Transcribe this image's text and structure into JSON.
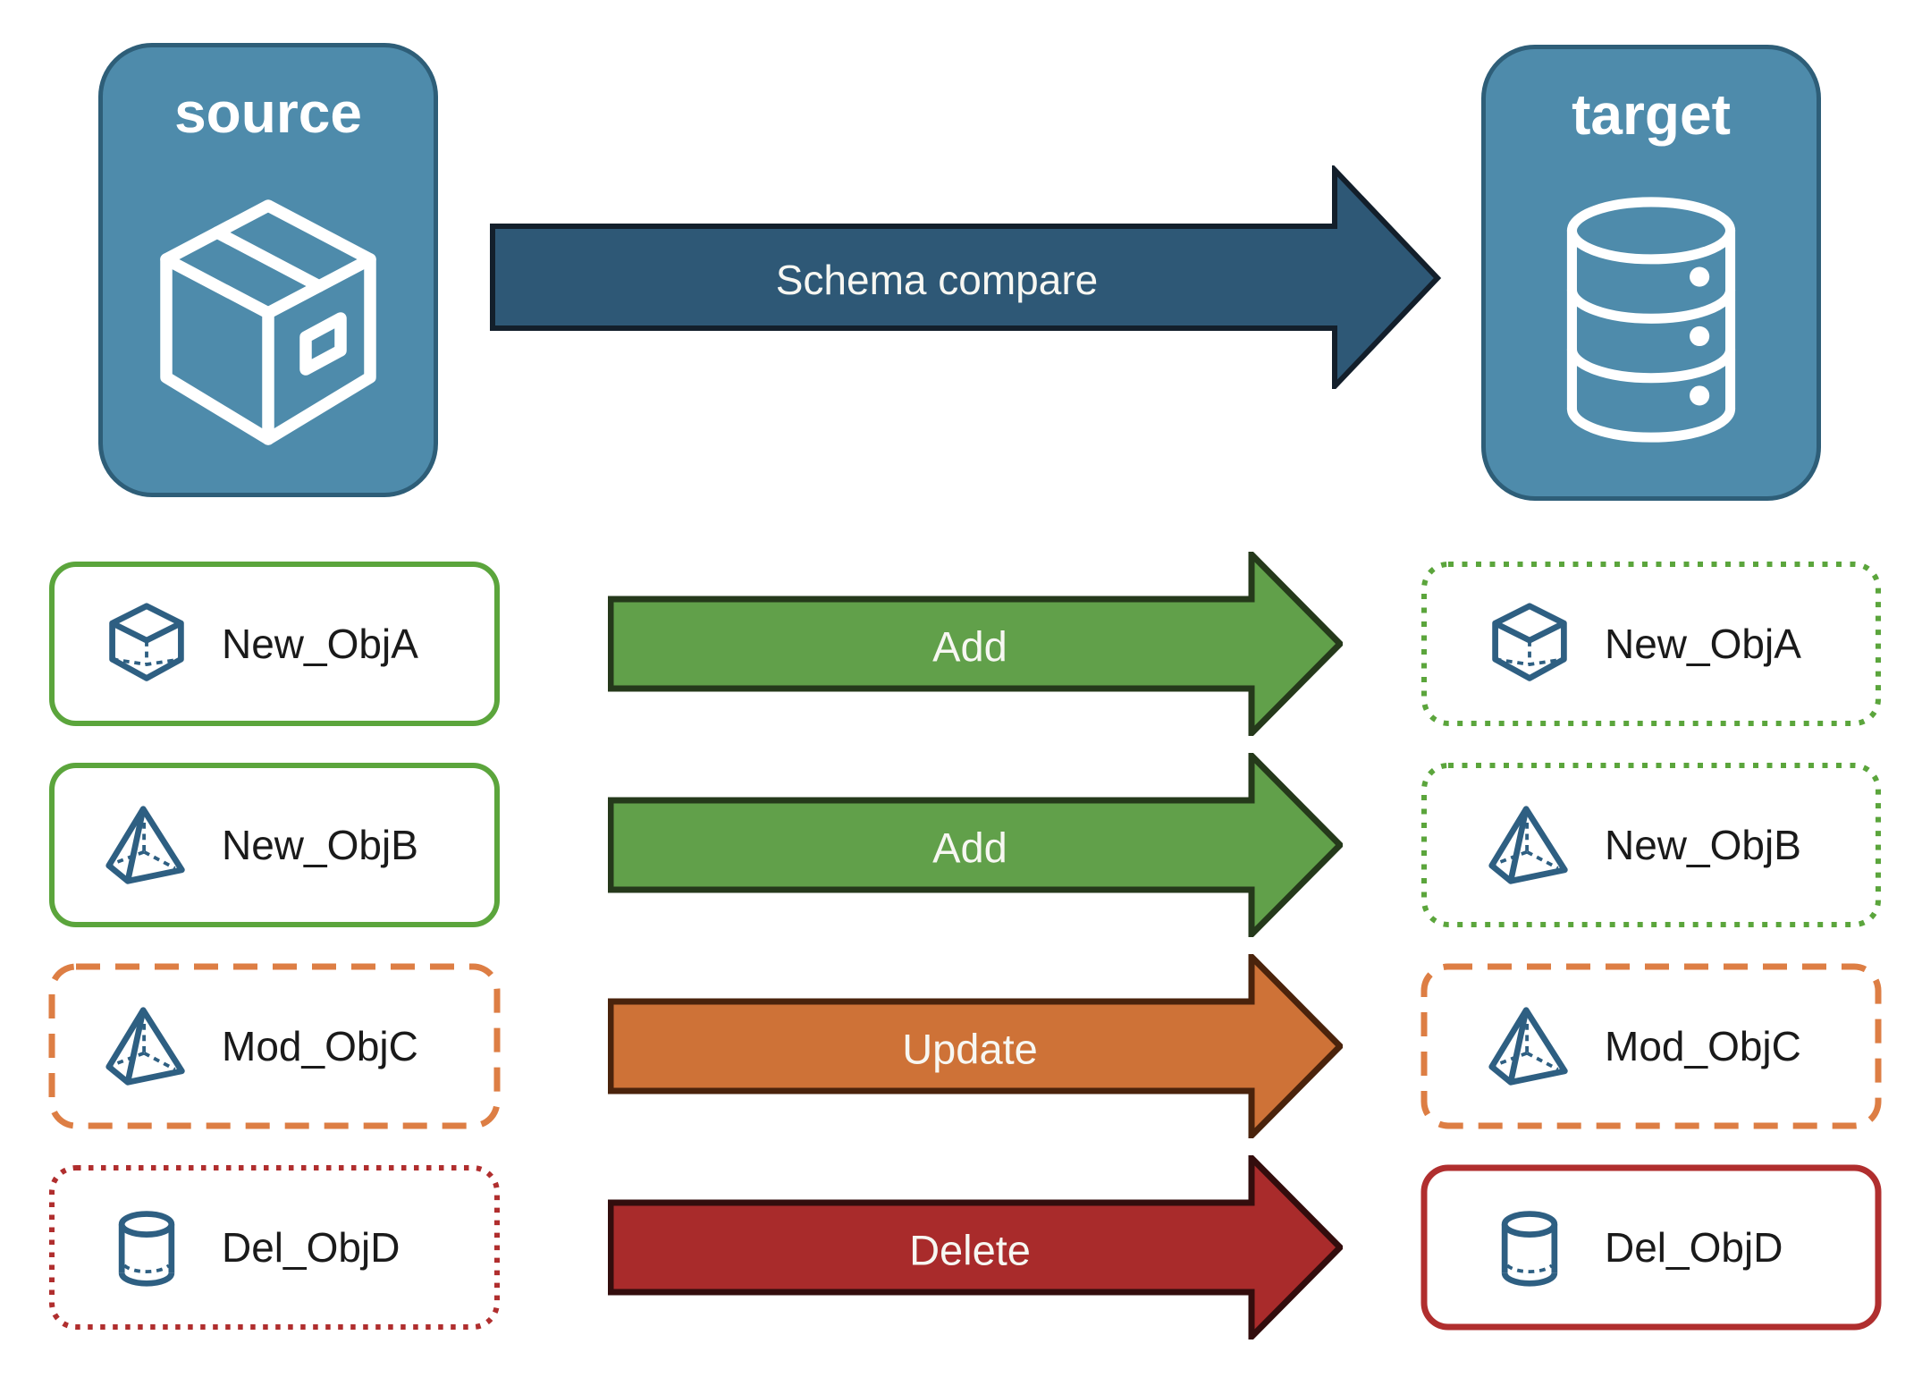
{
  "nodes": {
    "source": {
      "label": "source",
      "icon": "package-box",
      "fill": "#4E8BAB",
      "border": "#2E5E78"
    },
    "target": {
      "label": "target",
      "icon": "database",
      "fill": "#4E8BAB",
      "border": "#2E5E78"
    }
  },
  "flow": {
    "label": "Schema compare",
    "fill": "#2E5876",
    "outline": "#131F2B"
  },
  "rows": [
    {
      "source_label": "New_ObjA",
      "icon": "cube",
      "action": "Add",
      "action_fill": "#61A04A",
      "source_border": "solid green",
      "target_border": "dotted green",
      "target_label": "New_ObjA"
    },
    {
      "source_label": "New_ObjB",
      "icon": "pyramid",
      "action": "Add",
      "action_fill": "#61A04A",
      "source_border": "solid green",
      "target_border": "dotted green",
      "target_label": "New_ObjB"
    },
    {
      "source_label": "Mod_ObjC",
      "icon": "pyramid",
      "action": "Update",
      "action_fill": "#CE7237",
      "source_border": "dashed orange",
      "target_border": "dashed orange",
      "target_label": "Mod_ObjC"
    },
    {
      "source_label": "Del_ObjD",
      "icon": "cylinder",
      "action": "Delete",
      "action_fill": "#A92B2B",
      "source_border": "dotted red",
      "target_border": "solid red",
      "target_label": "Del_ObjD"
    }
  ],
  "palette": {
    "green": "#5BA53C",
    "orange": "#DD7E44",
    "red": "#B02E2E",
    "icon_blue": "#2E5F82"
  }
}
